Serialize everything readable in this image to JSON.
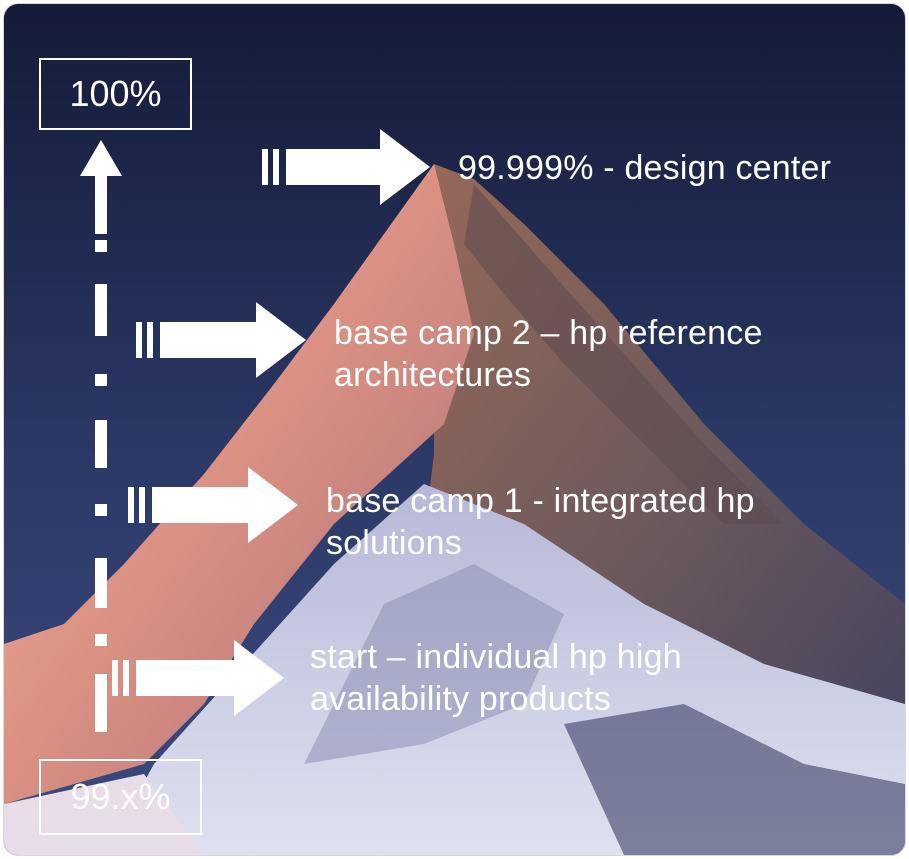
{
  "top_box": {
    "label": "100%"
  },
  "bottom_box": {
    "label": "99.x%"
  },
  "steps": [
    {
      "lines": [
        "99.999% - design center"
      ]
    },
    {
      "lines": [
        "base camp 2 – hp reference",
        "architectures"
      ]
    },
    {
      "lines": [
        "base camp 1 - integrated hp",
        "solutions"
      ]
    },
    {
      "lines": [
        "start – individual hp high",
        "availability  products"
      ]
    }
  ],
  "colors": {
    "sky_top": "#161b3c",
    "sky_bottom": "#3a4a7e",
    "peak": "#e09a8a",
    "snow": "#c9cde6",
    "arrow": "#ffffff"
  }
}
